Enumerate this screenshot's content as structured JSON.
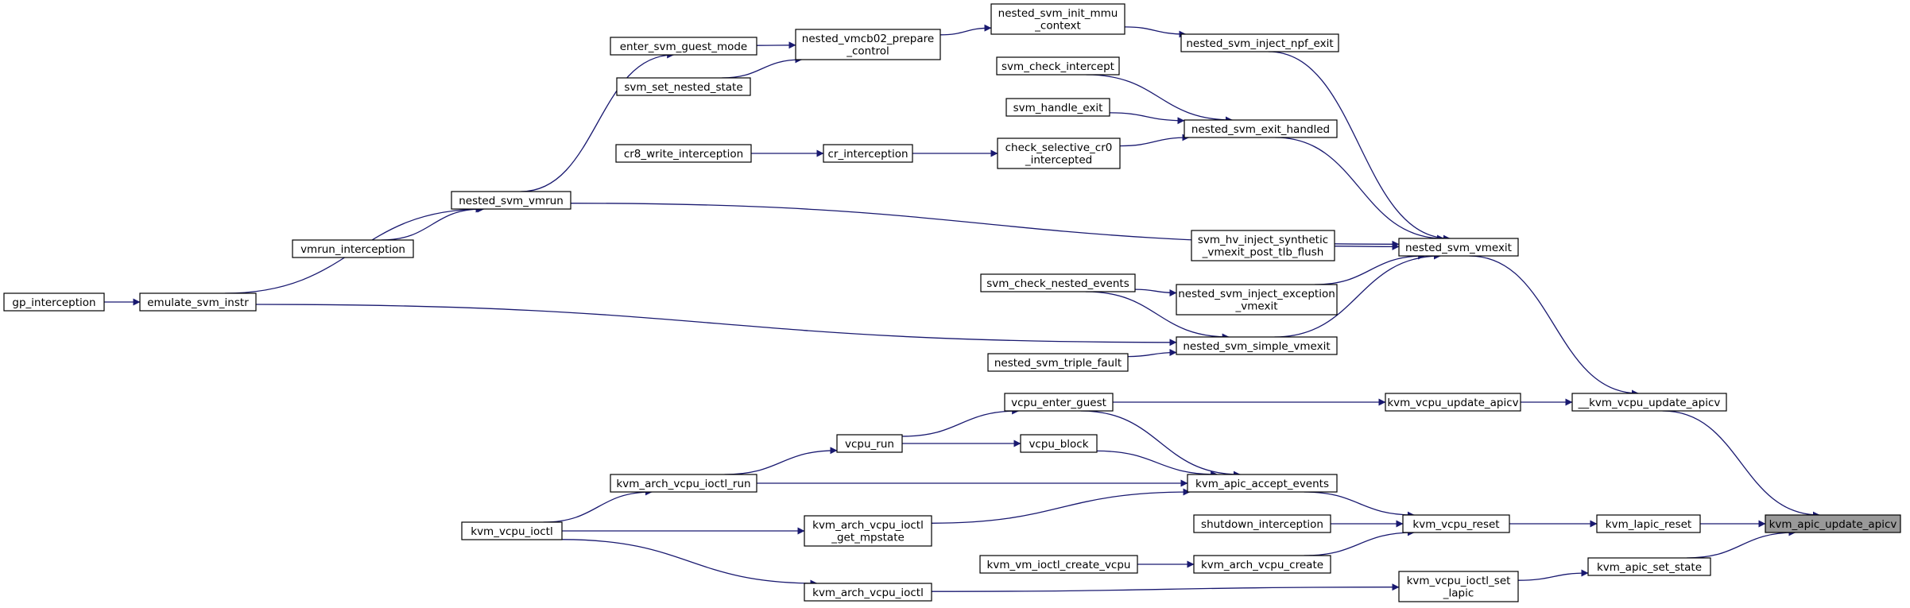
{
  "graph": {
    "title": "kvm_apic_update_apicv caller graph",
    "nodes": [
      {
        "id": "kvm_apic_update_apicv",
        "lines": [
          "kvm_apic_update_apicv"
        ],
        "highlight": true
      },
      {
        "id": "__kvm_vcpu_update_apicv",
        "lines": [
          "__kvm_vcpu_update_apicv"
        ]
      },
      {
        "id": "kvm_lapic_reset",
        "lines": [
          "kvm_lapic_reset"
        ]
      },
      {
        "id": "kvm_apic_set_state",
        "lines": [
          "kvm_apic_set_state"
        ]
      },
      {
        "id": "nested_svm_vmexit",
        "lines": [
          "nested_svm_vmexit"
        ]
      },
      {
        "id": "kvm_vcpu_update_apicv",
        "lines": [
          "kvm_vcpu_update_apicv"
        ]
      },
      {
        "id": "kvm_vcpu_reset",
        "lines": [
          "kvm_vcpu_reset"
        ]
      },
      {
        "id": "kvm_vcpu_ioctl_set_lapic",
        "lines": [
          "kvm_vcpu_ioctl_set",
          "_lapic"
        ]
      },
      {
        "id": "nested_svm_inject_npf_exit",
        "lines": [
          "nested_svm_inject_npf_exit"
        ]
      },
      {
        "id": "nested_svm_exit_handled",
        "lines": [
          "nested_svm_exit_handled"
        ]
      },
      {
        "id": "svm_hv_inject_synthetic",
        "lines": [
          "svm_hv_inject_synthetic",
          "_vmexit_post_tlb_flush"
        ]
      },
      {
        "id": "nested_svm_inject_exception_vmexit",
        "lines": [
          "nested_svm_inject_exception",
          "_vmexit"
        ]
      },
      {
        "id": "nested_svm_simple_vmexit",
        "lines": [
          "nested_svm_simple_vmexit"
        ]
      },
      {
        "id": "kvm_apic_accept_events",
        "lines": [
          "kvm_apic_accept_events"
        ]
      },
      {
        "id": "shutdown_interception",
        "lines": [
          "shutdown_interception"
        ]
      },
      {
        "id": "kvm_arch_vcpu_create",
        "lines": [
          "kvm_arch_vcpu_create"
        ]
      },
      {
        "id": "kvm_arch_vcpu_ioctl",
        "lines": [
          "kvm_arch_vcpu_ioctl"
        ]
      },
      {
        "id": "nested_svm_init_mmu_context",
        "lines": [
          "nested_svm_init_mmu",
          "_context"
        ]
      },
      {
        "id": "svm_check_intercept",
        "lines": [
          "svm_check_intercept"
        ]
      },
      {
        "id": "svm_handle_exit",
        "lines": [
          "svm_handle_exit"
        ]
      },
      {
        "id": "check_selective_cr0_intercepted",
        "lines": [
          "check_selective_cr0",
          "_intercepted"
        ]
      },
      {
        "id": "nested_svm_vmrun",
        "lines": [
          "nested_svm_vmrun"
        ]
      },
      {
        "id": "svm_check_nested_events",
        "lines": [
          "svm_check_nested_events"
        ]
      },
      {
        "id": "emulate_svm_instr",
        "lines": [
          "emulate_svm_instr"
        ]
      },
      {
        "id": "nested_svm_triple_fault",
        "lines": [
          "nested_svm_triple_fault"
        ]
      },
      {
        "id": "vcpu_enter_guest",
        "lines": [
          "vcpu_enter_guest"
        ]
      },
      {
        "id": "vcpu_block",
        "lines": [
          "vcpu_block"
        ]
      },
      {
        "id": "kvm_arch_vcpu_ioctl_run",
        "lines": [
          "kvm_arch_vcpu_ioctl_run"
        ]
      },
      {
        "id": "kvm_arch_vcpu_ioctl_get_mpstate",
        "lines": [
          "kvm_arch_vcpu_ioctl",
          "_get_mpstate"
        ]
      },
      {
        "id": "kvm_vm_ioctl_create_vcpu",
        "lines": [
          "kvm_vm_ioctl_create_vcpu"
        ]
      },
      {
        "id": "kvm_vcpu_ioctl",
        "lines": [
          "kvm_vcpu_ioctl"
        ]
      },
      {
        "id": "nested_vmcb02_prepare_control",
        "lines": [
          "nested_vmcb02_prepare",
          "_control"
        ]
      },
      {
        "id": "cr_interception",
        "lines": [
          "cr_interception"
        ]
      },
      {
        "id": "vmrun_interception",
        "lines": [
          "vmrun_interception"
        ]
      },
      {
        "id": "gp_interception",
        "lines": [
          "gp_interception"
        ]
      },
      {
        "id": "vcpu_run",
        "lines": [
          "vcpu_run"
        ]
      },
      {
        "id": "enter_svm_guest_mode",
        "lines": [
          "enter_svm_guest_mode"
        ]
      },
      {
        "id": "svm_set_nested_state",
        "lines": [
          "svm_set_nested_state"
        ]
      },
      {
        "id": "cr8_write_interception",
        "lines": [
          "cr8_write_interception"
        ]
      }
    ],
    "edges": [
      [
        "__kvm_vcpu_update_apicv",
        "kvm_apic_update_apicv"
      ],
      [
        "kvm_lapic_reset",
        "kvm_apic_update_apicv"
      ],
      [
        "kvm_apic_set_state",
        "kvm_apic_update_apicv"
      ],
      [
        "nested_svm_vmexit",
        "__kvm_vcpu_update_apicv"
      ],
      [
        "kvm_vcpu_update_apicv",
        "__kvm_vcpu_update_apicv"
      ],
      [
        "kvm_vcpu_reset",
        "kvm_lapic_reset"
      ],
      [
        "kvm_vcpu_ioctl_set_lapic",
        "kvm_apic_set_state"
      ],
      [
        "nested_svm_inject_npf_exit",
        "nested_svm_vmexit"
      ],
      [
        "nested_svm_exit_handled",
        "nested_svm_vmexit"
      ],
      [
        "nested_svm_vmrun",
        "nested_svm_vmexit"
      ],
      [
        "svm_hv_inject_synthetic",
        "nested_svm_vmexit"
      ],
      [
        "nested_svm_inject_exception_vmexit",
        "nested_svm_vmexit"
      ],
      [
        "nested_svm_simple_vmexit",
        "nested_svm_vmexit"
      ],
      [
        "vcpu_enter_guest",
        "kvm_vcpu_update_apicv"
      ],
      [
        "kvm_apic_accept_events",
        "kvm_vcpu_reset"
      ],
      [
        "shutdown_interception",
        "kvm_vcpu_reset"
      ],
      [
        "kvm_arch_vcpu_create",
        "kvm_vcpu_reset"
      ],
      [
        "kvm_arch_vcpu_ioctl",
        "kvm_vcpu_ioctl_set_lapic"
      ],
      [
        "nested_svm_init_mmu_context",
        "nested_svm_inject_npf_exit"
      ],
      [
        "svm_check_intercept",
        "nested_svm_exit_handled"
      ],
      [
        "svm_handle_exit",
        "nested_svm_exit_handled"
      ],
      [
        "check_selective_cr0_intercepted",
        "nested_svm_exit_handled"
      ],
      [
        "svm_check_nested_events",
        "nested_svm_inject_exception_vmexit"
      ],
      [
        "svm_check_nested_events",
        "nested_svm_simple_vmexit"
      ],
      [
        "emulate_svm_instr",
        "nested_svm_simple_vmexit"
      ],
      [
        "nested_svm_triple_fault",
        "nested_svm_simple_vmexit"
      ],
      [
        "vcpu_enter_guest",
        "kvm_apic_accept_events"
      ],
      [
        "vcpu_block",
        "kvm_apic_accept_events"
      ],
      [
        "kvm_arch_vcpu_ioctl_run",
        "kvm_apic_accept_events"
      ],
      [
        "kvm_arch_vcpu_ioctl_get_mpstate",
        "kvm_apic_accept_events"
      ],
      [
        "kvm_vm_ioctl_create_vcpu",
        "kvm_arch_vcpu_create"
      ],
      [
        "kvm_vcpu_ioctl",
        "kvm_arch_vcpu_ioctl"
      ],
      [
        "nested_vmcb02_prepare_control",
        "nested_svm_init_mmu_context"
      ],
      [
        "cr_interception",
        "check_selective_cr0_intercepted"
      ],
      [
        "emulate_svm_instr",
        "nested_svm_vmrun"
      ],
      [
        "vmrun_interception",
        "nested_svm_vmrun"
      ],
      [
        "gp_interception",
        "emulate_svm_instr"
      ],
      [
        "vcpu_run",
        "vcpu_enter_guest"
      ],
      [
        "vcpu_run",
        "vcpu_block"
      ],
      [
        "kvm_vcpu_ioctl",
        "kvm_arch_vcpu_ioctl_run"
      ],
      [
        "kvm_vcpu_ioctl",
        "kvm_arch_vcpu_ioctl_get_mpstate"
      ],
      [
        "kvm_arch_vcpu_ioctl_run",
        "vcpu_run"
      ],
      [
        "enter_svm_guest_mode",
        "nested_vmcb02_prepare_control"
      ],
      [
        "svm_set_nested_state",
        "nested_vmcb02_prepare_control"
      ],
      [
        "cr8_write_interception",
        "cr_interception"
      ],
      [
        "nested_svm_vmrun",
        "enter_svm_guest_mode"
      ]
    ],
    "colors": {
      "edge": "#191970",
      "node_border": "#000000",
      "node_fill": "#ffffff",
      "highlight_fill": "#999999"
    }
  }
}
